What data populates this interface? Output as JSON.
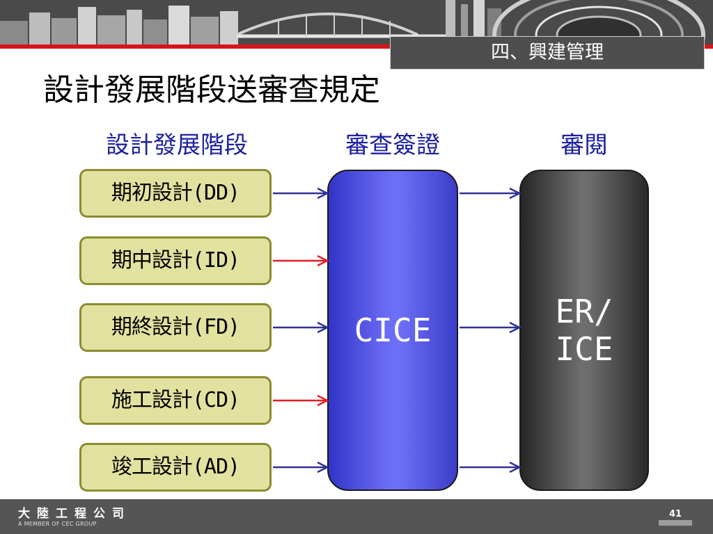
{
  "header": {
    "section_label": "四、興建管理",
    "page_title": "設計發展階段送審查規定"
  },
  "columns": {
    "stages_header": "設計發展階段",
    "review_header": "審查簽證",
    "audit_header": "審閱"
  },
  "stages": [
    {
      "label": "期初設計(DD)",
      "arrow_color": "#2e3192"
    },
    {
      "label": "期中設計(ID)",
      "arrow_color": "#e31e24"
    },
    {
      "label": "期終設計(FD)",
      "arrow_color": "#2e3192"
    },
    {
      "label": "施工設計(CD)",
      "arrow_color": "#e31e24"
    },
    {
      "label": "竣工設計(AD)",
      "arrow_color": "#2e3192"
    }
  ],
  "reviewer": {
    "label": "CICE"
  },
  "auditor": {
    "line1": "ER/",
    "line2": "ICE"
  },
  "footer": {
    "company_name": "大陸工程公司",
    "company_tagline": "A MEMBER OF CEC GROUP",
    "page_number": "41"
  },
  "colors": {
    "accent_red": "#d8141b",
    "header_text_blue": "#1c21a0",
    "stage_fill": "#e2e2a0",
    "stage_border": "#8b8b2f"
  }
}
